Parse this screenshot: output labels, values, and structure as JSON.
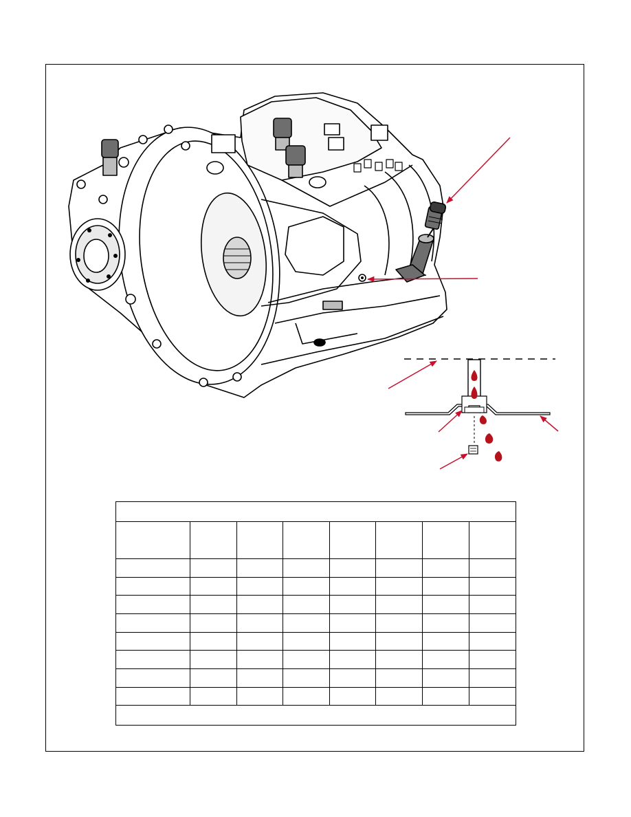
{
  "colors": {
    "line": "#000000",
    "arrow": "#c8102e",
    "fluid": "#b5121b",
    "metal_dark": "#6e6e6e",
    "metal_light": "#bdbdbd"
  },
  "diagram": {
    "illustrations": [
      "transmission-assembly",
      "fill-tube-cross-section"
    ],
    "fluid_drops": 5
  },
  "table": {
    "title": "",
    "columns": [
      "",
      "",
      "",
      "",
      "",
      "",
      "",
      ""
    ],
    "rows": [
      [
        "",
        "",
        "",
        "",
        "",
        "",
        "",
        ""
      ],
      [
        "",
        "",
        "",
        "",
        "",
        "",
        "",
        ""
      ],
      [
        "",
        "",
        "",
        "",
        "",
        "",
        "",
        ""
      ],
      [
        "",
        "",
        "",
        "",
        "",
        "",
        "",
        ""
      ],
      [
        "",
        "",
        "",
        "",
        "",
        "",
        "",
        ""
      ],
      [
        "",
        "",
        "",
        "",
        "",
        "",
        "",
        ""
      ],
      [
        "",
        "",
        "",
        "",
        "",
        "",
        "",
        ""
      ],
      [
        "",
        "",
        "",
        "",
        "",
        "",
        "",
        ""
      ]
    ],
    "footer": ""
  }
}
